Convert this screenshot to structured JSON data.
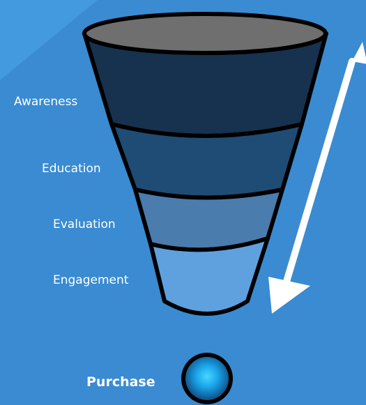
{
  "diagram": {
    "stages": [
      {
        "label": "Awareness",
        "color": "#17324f"
      },
      {
        "label": "Education",
        "color": "#1f4c75"
      },
      {
        "label": "Evaluation",
        "color": "#4a7cae"
      },
      {
        "label": "Engagement",
        "color": "#5fa1de"
      }
    ],
    "funnel_top_color": "#6f6f6f",
    "outline_color": "#000000",
    "arrow_color": "#ffffff",
    "outcome": {
      "label": "Purchase",
      "color": "#2fb7ff"
    },
    "background_color": "#3a8bd1"
  }
}
